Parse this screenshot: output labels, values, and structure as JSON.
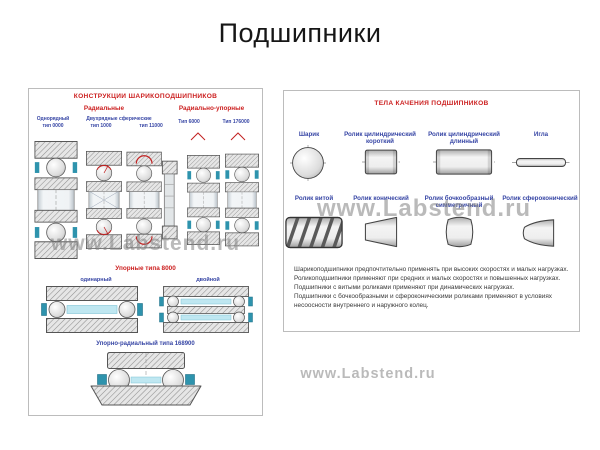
{
  "page": {
    "title": "Подшипники"
  },
  "watermark": {
    "text": "www.Labstend.ru",
    "color": "#9a9a9a"
  },
  "colors": {
    "header_red": "#cc2020",
    "label_blue": "#3746a5",
    "note_text": "#3a3a3a",
    "panel_border": "#bcbcbc",
    "cage_teal": "#2e93ad",
    "cage_light_blue": "#bfe7f1"
  },
  "left_panel": {
    "title": "КОНСТРУКЦИИ ШАРИКОПОДШИПНИКОВ",
    "radial_title": "Радиальные",
    "angular_title": "Радиально-упорные",
    "single_row_name": "Однорядный",
    "single_row_type": "тип 0000",
    "double_row_name": "Двухрядные сферические",
    "double_row_type_a": "тип 1000",
    "double_row_type_b": "тип 11000",
    "angular_type_a": "Тип 6000",
    "angular_type_b": "Тип 176000",
    "thrust_title": "Упорные типа 8000",
    "thrust_single": "одинарный",
    "thrust_double": "двойной",
    "thrust_radial_title": "Упорно-радиальный типа 168900"
  },
  "right_panel": {
    "title": "ТЕЛА КАЧЕНИЯ ПОДШИПНИКОВ",
    "row1": [
      {
        "label": "Шарик",
        "shape": "ball-figure"
      },
      {
        "label": "Ролик цилиндрический короткий",
        "shape": "short-cylindrical-roller-figure"
      },
      {
        "label": "Ролик цилиндрический длинный",
        "shape": "long-cylindrical-roller-figure"
      },
      {
        "label": "Игла",
        "shape": "needle-figure"
      }
    ],
    "row2": [
      {
        "label": "Ролик витой",
        "shape": "twisted-roller-figure"
      },
      {
        "label": "Ролик конический",
        "shape": "conical-roller-figure"
      },
      {
        "label": "Ролик бочкообразный симметричный",
        "shape": "barrel-roller-figure"
      },
      {
        "label": "Ролик сфероконический",
        "shape": "sphero-conical-roller-figure"
      }
    ],
    "notes": [
      "Шарикоподшипники предпочтительно применять при высоких скоростях и малых нагрузках.",
      "Роликоподшипники применяют при средних и малых скоростях и повышенных нагрузках.",
      "Подшипники с витыми роликами применяют при динамических нагрузках.",
      "Подшипники с бочкообразными и сфероконическими роликами применяют в условиях",
      "несоосности внутреннего и наружного колец."
    ]
  }
}
